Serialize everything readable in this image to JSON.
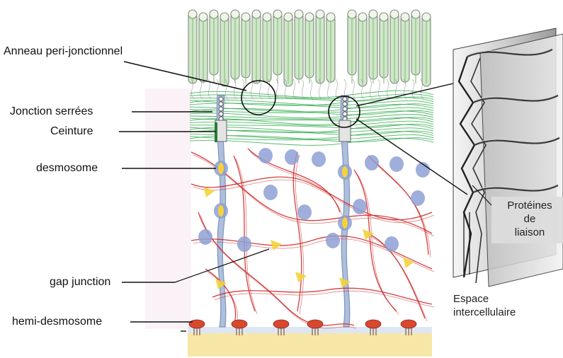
{
  "labels": {
    "anneau": "Anneau peri-jonctionnel",
    "jonction": "Jonction serrées",
    "ceinture": "Ceinture",
    "desmosome": "desmosome",
    "gap": "gap junction",
    "hemi": "hemi-desmosome",
    "proteines_1": "Protéines",
    "proteines_2": "de",
    "proteines_3": "liaison",
    "espace_1": "Espace",
    "espace_2": "intercellulaire"
  },
  "colors": {
    "microvilli_fill": "#cfe8c8",
    "microvilli_stroke": "#7d8b7a",
    "actin_green": "#2eaa4a",
    "keratin_red": "#cf2a2a",
    "membrane_blue": "#aebfdc",
    "membrane_stroke": "#7f94bd",
    "desmosome_blue": "#8ea0d4",
    "plaque_yellow": "#f4d33a",
    "hemi_red": "#d9472e",
    "basal_yellow": "#f7e7a6",
    "leader_line": "#111111",
    "slab_dark": "#3a3a3a",
    "slab_light": "#d8d8d8"
  }
}
